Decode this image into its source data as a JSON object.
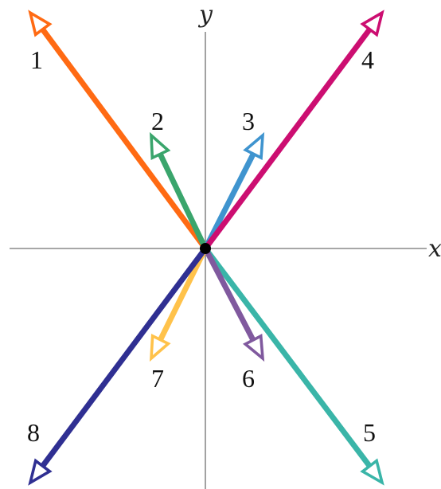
{
  "axes": {
    "x_label": "x",
    "y_label": "y",
    "line_color": "#8a8a8a"
  },
  "origin_dot_color": "#000000",
  "vectors": [
    {
      "id": "1",
      "label": "1",
      "color": "#ff6a13"
    },
    {
      "id": "2",
      "label": "2",
      "color": "#3aa56c"
    },
    {
      "id": "3",
      "label": "3",
      "color": "#3f94cf"
    },
    {
      "id": "4",
      "label": "4",
      "color": "#cc0e71"
    },
    {
      "id": "5",
      "label": "5",
      "color": "#3ab5a8"
    },
    {
      "id": "6",
      "label": "6",
      "color": "#80599e"
    },
    {
      "id": "7",
      "label": "7",
      "color": "#ffc24a"
    },
    {
      "id": "8",
      "label": "8",
      "color": "#2f2f92"
    }
  ]
}
